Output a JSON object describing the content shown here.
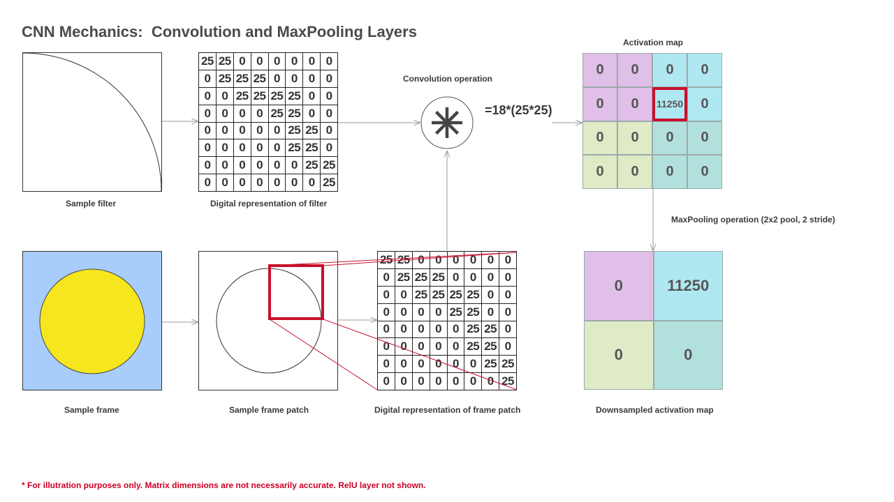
{
  "title": "CNN Mechanics:  Convolution and MaxPooling Layers",
  "labels": {
    "sample_filter": "Sample filter",
    "filter_digital": "Digital representation of filter",
    "conv_operation": "Convolution operation",
    "activation_map": "Activation map",
    "maxpool_operation": "MaxPooling operation (2x2 pool, 2 stride)",
    "sample_frame": "Sample frame",
    "sample_frame_patch": "Sample frame patch",
    "patch_digital": "Digital representation of frame patch",
    "downsampled_map": "Downsampled activation map"
  },
  "formula": "=18*(25*25)",
  "filter_matrix": [
    [
      "25",
      "25",
      "0",
      "0",
      "0",
      "0",
      "0",
      "0"
    ],
    [
      "0",
      "25",
      "25",
      "25",
      "0",
      "0",
      "0",
      "0"
    ],
    [
      "0",
      "0",
      "25",
      "25",
      "25",
      "25",
      "0",
      "0"
    ],
    [
      "0",
      "0",
      "0",
      "0",
      "25",
      "25",
      "0",
      "0"
    ],
    [
      "0",
      "0",
      "0",
      "0",
      "0",
      "25",
      "25",
      "0"
    ],
    [
      "0",
      "0",
      "0",
      "0",
      "0",
      "25",
      "25",
      "0"
    ],
    [
      "0",
      "0",
      "0",
      "0",
      "0",
      "0",
      "25",
      "25"
    ],
    [
      "0",
      "0",
      "0",
      "0",
      "0",
      "0",
      "0",
      "25"
    ]
  ],
  "patch_matrix": [
    [
      "25",
      "25",
      "0",
      "0",
      "0",
      "0",
      "0",
      "0"
    ],
    [
      "0",
      "25",
      "25",
      "25",
      "0",
      "0",
      "0",
      "0"
    ],
    [
      "0",
      "0",
      "25",
      "25",
      "25",
      "25",
      "0",
      "0"
    ],
    [
      "0",
      "0",
      "0",
      "0",
      "25",
      "25",
      "0",
      "0"
    ],
    [
      "0",
      "0",
      "0",
      "0",
      "0",
      "25",
      "25",
      "0"
    ],
    [
      "0",
      "0",
      "0",
      "0",
      "0",
      "25",
      "25",
      "0"
    ],
    [
      "0",
      "0",
      "0",
      "0",
      "0",
      "0",
      "25",
      "25"
    ],
    [
      "0",
      "0",
      "0",
      "0",
      "0",
      "0",
      "0",
      "25"
    ]
  ],
  "activation_map": [
    [
      "0",
      "0",
      "0",
      "0"
    ],
    [
      "0",
      "0",
      "11250",
      "0"
    ],
    [
      "0",
      "0",
      "0",
      "0"
    ],
    [
      "0",
      "0",
      "0",
      "0"
    ]
  ],
  "pooled_map": [
    [
      "0",
      "11250"
    ],
    [
      "0",
      "0"
    ]
  ],
  "colors": {
    "frame_bg": "#a8cdfb",
    "circle_fill": "#f5e61e",
    "highlight": "#c8102e",
    "purple": "#e0c0e8",
    "cyan": "#b0e8f2",
    "green": "#dfeac6",
    "teal": "#b2e0dc"
  },
  "footnote": "* For illutration purposes only. Matrix dimensions are not necessarily accurate. RelU layer not shown."
}
